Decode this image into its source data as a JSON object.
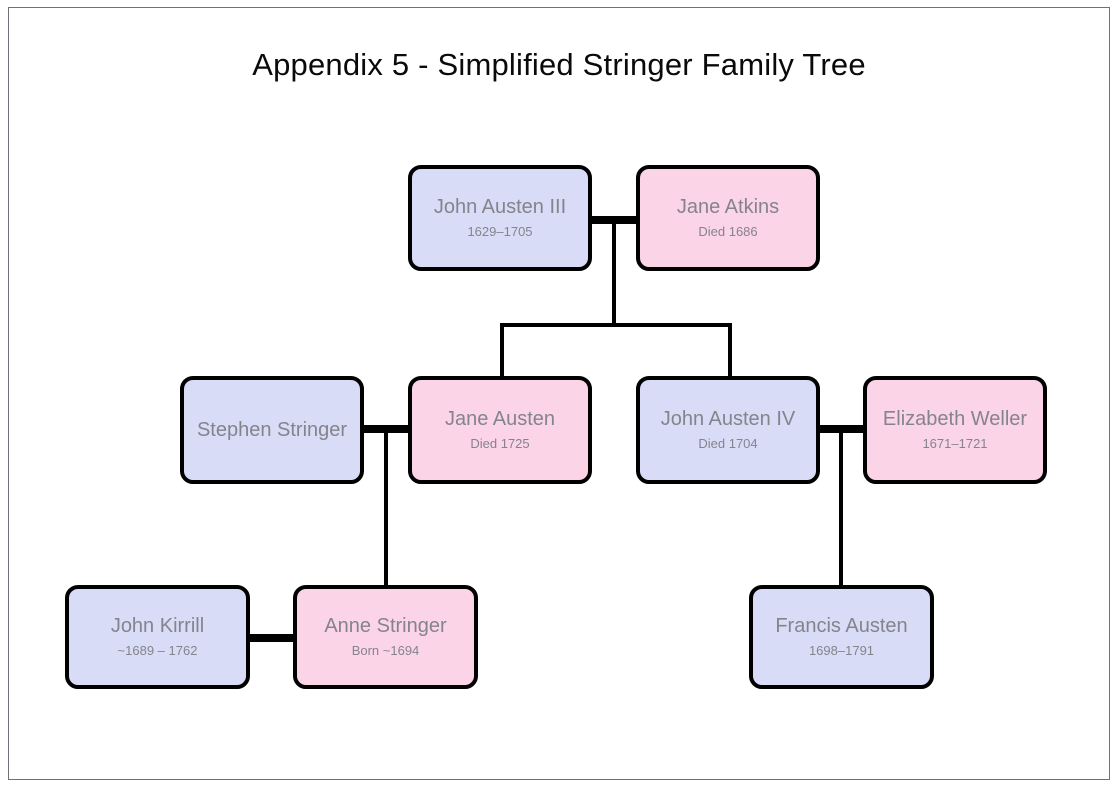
{
  "document": {
    "title": "Appendix 5 - Simplified Stringer Family Tree"
  },
  "colors": {
    "male_fill": "#d8dcf7",
    "female_fill": "#fbd4e8",
    "node_border": "#000000",
    "node_text": "#84848c",
    "title_text": "#0a0a0a",
    "page_border": "#6e7278",
    "background": "#ffffff"
  },
  "tree": {
    "generations": [
      {
        "label": "generation-1",
        "nodes": [
          {
            "id": "john-austen-iii",
            "name": "John Austen III",
            "dates": "1629–1705",
            "sex": "male"
          },
          {
            "id": "jane-atkins",
            "name": "Jane Atkins",
            "dates": "Died 1686",
            "sex": "female"
          }
        ]
      },
      {
        "label": "generation-2",
        "nodes": [
          {
            "id": "stephen-stringer",
            "name": "Stephen Stringer",
            "dates": "",
            "sex": "male"
          },
          {
            "id": "jane-austen",
            "name": "Jane Austen",
            "dates": "Died 1725",
            "sex": "female"
          },
          {
            "id": "john-austen-iv",
            "name": "John Austen IV",
            "dates": "Died 1704",
            "sex": "male"
          },
          {
            "id": "elizabeth-weller",
            "name": "Elizabeth Weller",
            "dates": "1671–1721",
            "sex": "female"
          }
        ]
      },
      {
        "label": "generation-3",
        "nodes": [
          {
            "id": "john-kirrill",
            "name": "John Kirrill",
            "dates": "~1689 – 1762",
            "sex": "male"
          },
          {
            "id": "anne-stringer",
            "name": "Anne Stringer",
            "dates": "Born ~1694",
            "sex": "female"
          },
          {
            "id": "francis-austen",
            "name": "Francis Austen",
            "dates": "1698–1791",
            "sex": "male"
          }
        ]
      }
    ],
    "marriages": [
      {
        "id": "marriage-austen-atkins",
        "spouses": [
          "john-austen-iii",
          "jane-atkins"
        ]
      },
      {
        "id": "marriage-stringer-austen",
        "spouses": [
          "stephen-stringer",
          "jane-austen"
        ]
      },
      {
        "id": "marriage-austen-weller",
        "spouses": [
          "john-austen-iv",
          "elizabeth-weller"
        ]
      },
      {
        "id": "marriage-kirrill-stringer",
        "spouses": [
          "john-kirrill",
          "anne-stringer"
        ]
      }
    ],
    "descents": [
      {
        "id": "descent-to-jane-austen",
        "from": "marriage-austen-atkins",
        "to": "jane-austen"
      },
      {
        "id": "descent-to-john-austen-iv",
        "from": "marriage-austen-atkins",
        "to": "john-austen-iv"
      },
      {
        "id": "descent-to-anne-stringer",
        "from": "marriage-stringer-austen",
        "to": "anne-stringer"
      },
      {
        "id": "descent-to-francis-austen",
        "from": "marriage-austen-weller",
        "to": "francis-austen"
      }
    ]
  }
}
